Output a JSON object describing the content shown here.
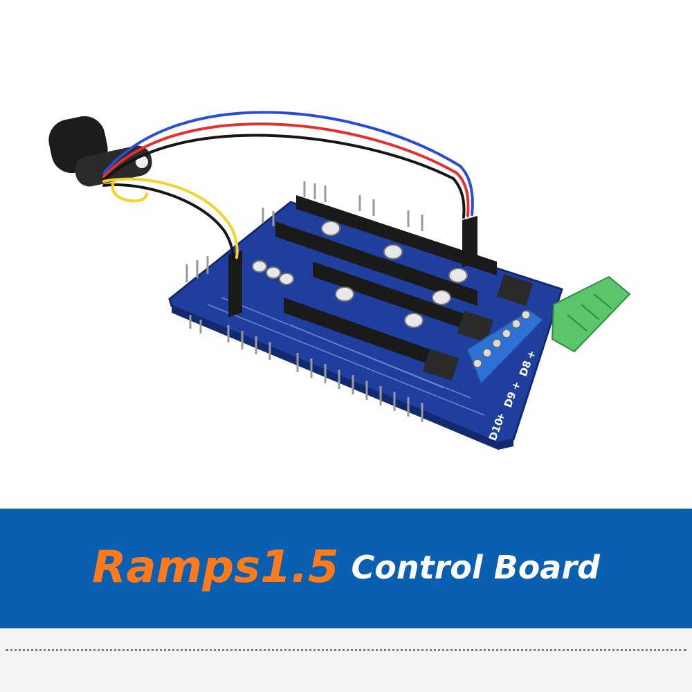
{
  "banner": {
    "title_main": "Ramps1.5",
    "title_sub": "Control Board"
  },
  "board_labels": {
    "d8": "D8",
    "d9": "D9",
    "d10": "D10",
    "plus": "+"
  },
  "colors": {
    "banner_bg": "#0a5fb0",
    "title_main": "#ff7a1a",
    "title_sub": "#ffffff",
    "pcb_blue": "#1f3e9e",
    "terminal_blue": "#2f72d6",
    "connector_green": "#5cc46a"
  }
}
